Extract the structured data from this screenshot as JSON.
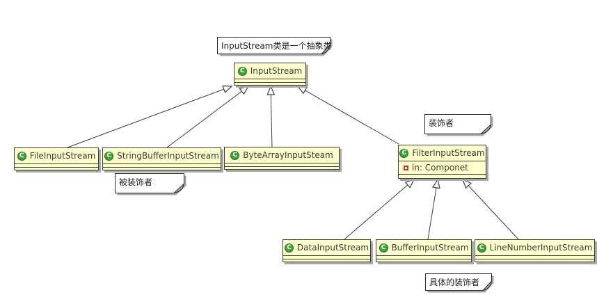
{
  "icons": {
    "class_letter": "C"
  },
  "classes": {
    "input_stream": {
      "name": "InputStream"
    },
    "file_input_stream": {
      "name": "FileInputStream"
    },
    "string_buffer_input_stream": {
      "name": "StringBufferInputStream"
    },
    "byte_array_input_steam": {
      "name": "ByteArrayInputSteam"
    },
    "filter_input_stream": {
      "name": "FilterInputStream",
      "attribute": "in: Componet"
    },
    "data_input_stream": {
      "name": "DataInputStream"
    },
    "buffer_input_stream": {
      "name": "BufferInputStream"
    },
    "line_number_input_stream": {
      "name": "LineNumberInputStream"
    }
  },
  "notes": {
    "abstract": "InputStream类是一个抽象类",
    "decorator": "装饰者",
    "decorated": "被装饰者",
    "concrete_decorators": "具体的装饰者"
  },
  "relationships": [
    {
      "from": "FileInputStream",
      "to": "InputStream",
      "type": "generalization"
    },
    {
      "from": "StringBufferInputStream",
      "to": "InputStream",
      "type": "generalization"
    },
    {
      "from": "ByteArrayInputSteam",
      "to": "InputStream",
      "type": "generalization"
    },
    {
      "from": "FilterInputStream",
      "to": "InputStream",
      "type": "generalization"
    },
    {
      "from": "DataInputStream",
      "to": "FilterInputStream",
      "type": "generalization"
    },
    {
      "from": "BufferInputStream",
      "to": "FilterInputStream",
      "type": "generalization"
    },
    {
      "from": "LineNumberInputStream",
      "to": "FilterInputStream",
      "type": "generalization"
    }
  ],
  "colors": {
    "class_fill": "#ffffcc",
    "class_border": "#3c3c3c",
    "shadow": "#a8a8a8",
    "note_fill": "#ffffff",
    "class_icon_green": "#3da43d",
    "attribute_icon_red": "#cc3333",
    "text": "#3a3a3a"
  }
}
